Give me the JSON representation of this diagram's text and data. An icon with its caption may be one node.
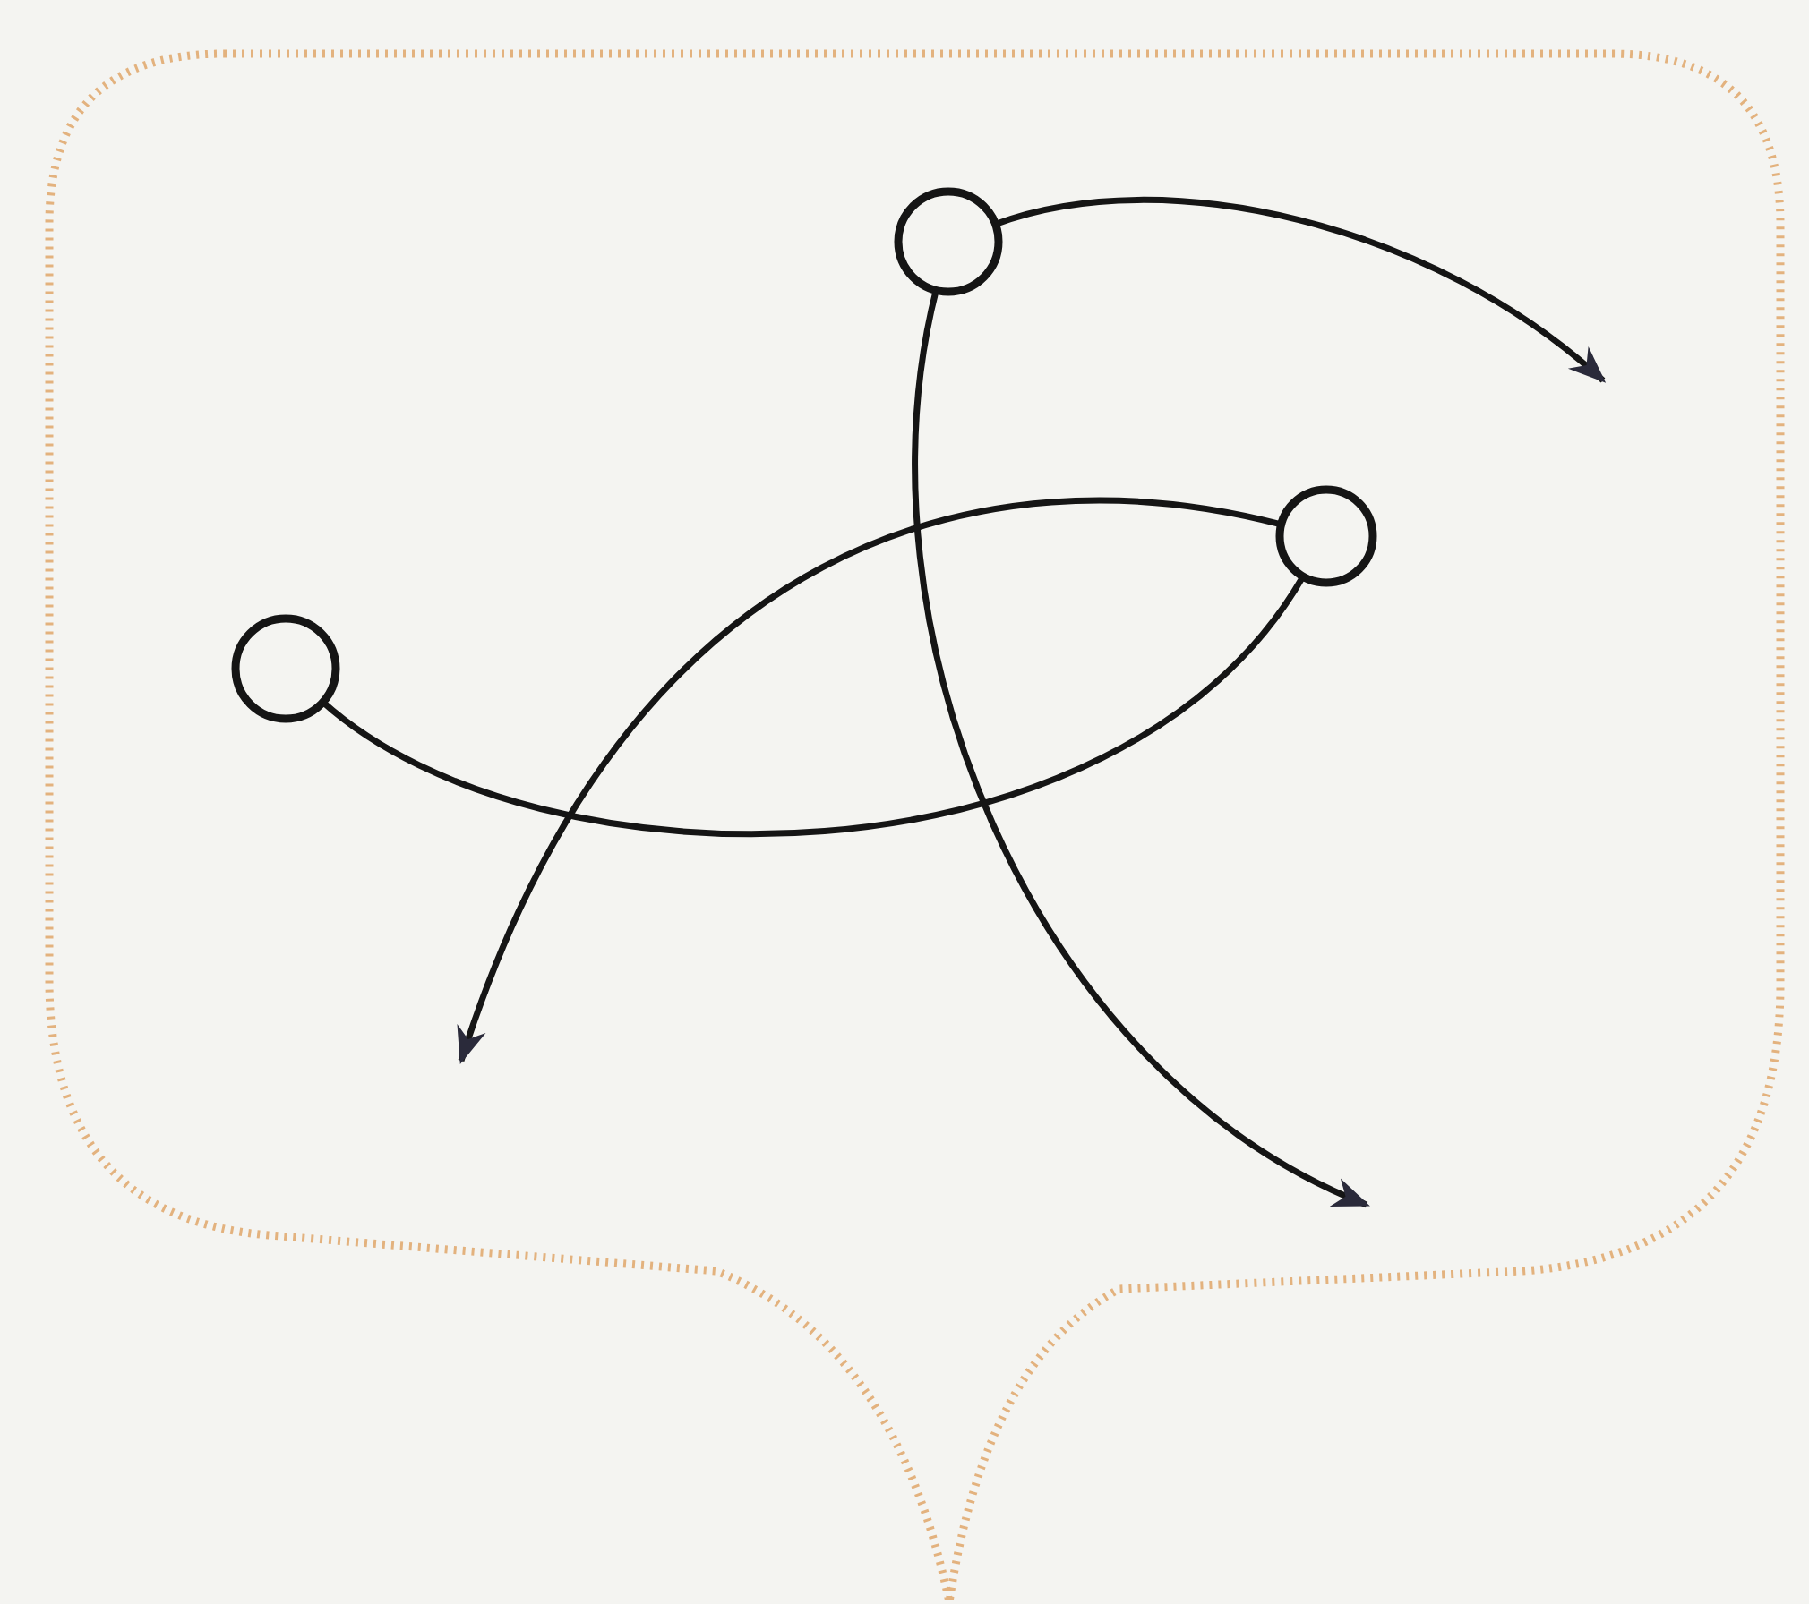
{
  "diagram": {
    "nodes": [
      {
        "text": [],
        "shape": "bubble"
      },
      {
        "text": [],
        "shape": "circle",
        "in": 0
      },
      {
        "text": [],
        "shape": "circle",
        "in": 0
      },
      {
        "text": [],
        "shape": "circle",
        "in": 0
      }
    ],
    "edges": [
      {
        "from": 1,
        "to": null,
        "arrow": "to"
      },
      {
        "from": 1,
        "to": null,
        "arrow": "to"
      },
      {
        "from": 3,
        "to": null,
        "arrow": "to"
      },
      {
        "from": 2,
        "to": 3,
        "arrow": "none"
      }
    ]
  }
}
